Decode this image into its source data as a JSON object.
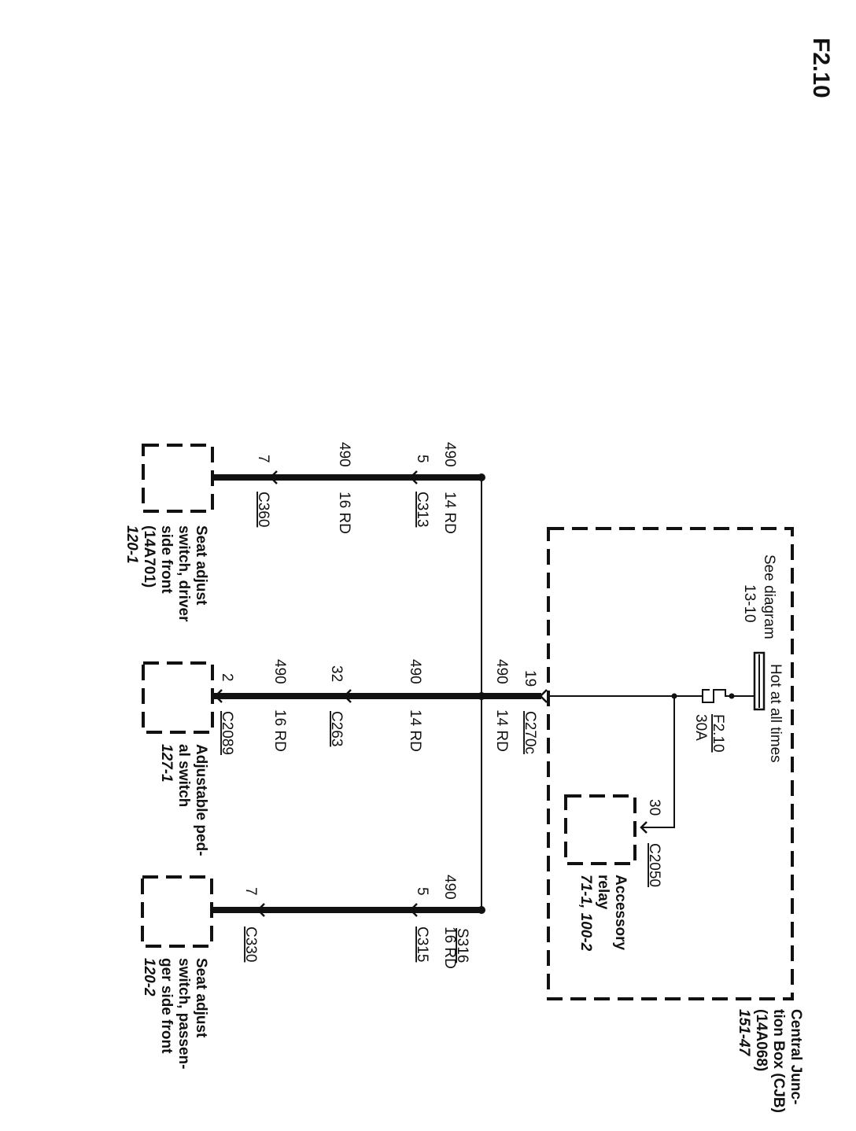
{
  "page": {
    "title": "F2.10"
  },
  "cjb": {
    "label_lines": [
      "Central Junc-",
      "tion Box (CJB)",
      "(14A068)",
      "151-47"
    ]
  },
  "power": {
    "hot_label": "Hot at all times",
    "see_diagram": "See diagram",
    "see_diagram_ref": "13-10"
  },
  "fuse": {
    "name": "F2.10",
    "rating": "30A"
  },
  "accessory_relay": {
    "pin": "30",
    "connector": "C2050",
    "label_lines": [
      "Accessory",
      "relay",
      "71-1, 100-2"
    ]
  },
  "wires": {
    "c270c": {
      "pin": "19",
      "circuit": "490",
      "connector": "C270c",
      "gauge_color": "14 RD"
    },
    "c313": {
      "pin": "5",
      "circuit": "490",
      "connector": "C313",
      "gauge_color": "14 RD"
    },
    "c360": {
      "pin": "7",
      "circuit": "490",
      "connector": "C360",
      "gauge_color": "16 RD"
    },
    "c263": {
      "pin": "32",
      "circuit": "490",
      "connector": "C263",
      "gauge_color": "14 RD"
    },
    "c2089": {
      "pin": "2",
      "circuit": "490",
      "connector": "C2089",
      "gauge_color": "16 RD"
    },
    "c315": {
      "pin": "5",
      "circuit": "490",
      "connector": "C315",
      "gauge_color": "16 RD"
    },
    "c330": {
      "pin": "7",
      "connector": "C330"
    }
  },
  "splice": {
    "name": "S316"
  },
  "components": {
    "driver_seat": {
      "label_lines": [
        "Seat adjust",
        "switch, driver",
        "side front",
        "(14A701)",
        "120-1"
      ]
    },
    "pedal": {
      "label_lines": [
        "Adjustable ped-",
        "al switch",
        "127-1"
      ]
    },
    "passenger_seat": {
      "label_lines": [
        "Seat adjust",
        "switch, passen-",
        "ger side front",
        "120-2"
      ]
    }
  }
}
